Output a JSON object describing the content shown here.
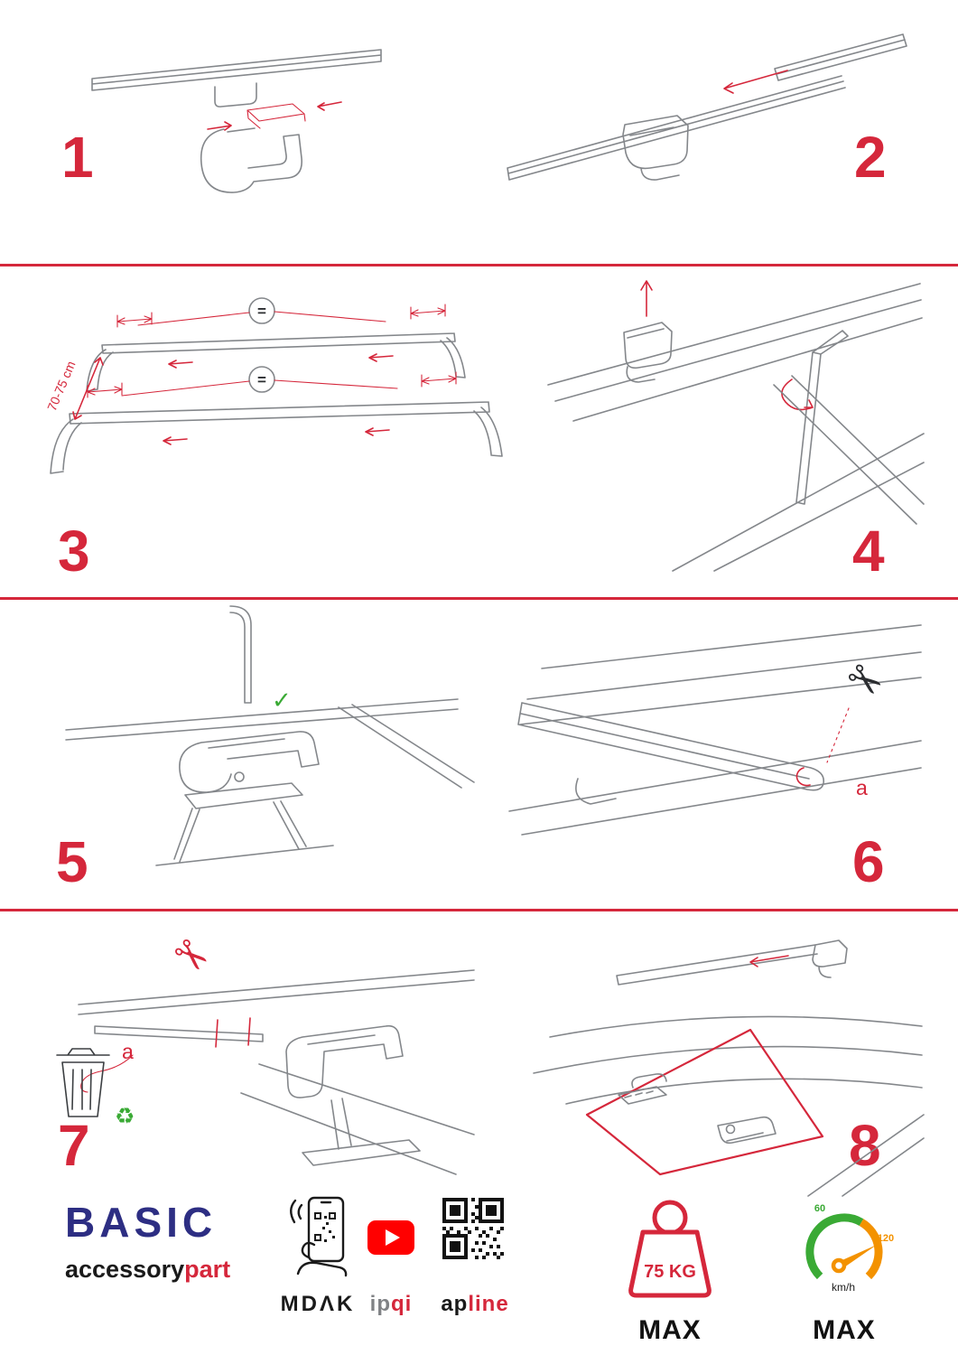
{
  "colors": {
    "accent_red": "#d5273b",
    "line_gray": "#84878b",
    "brand_blue": "#2d2e83",
    "green": "#3aaa35",
    "orange": "#f39200",
    "youtube_red": "#ff0000",
    "text_black": "#1a1a1a"
  },
  "steps": [
    {
      "number": "1"
    },
    {
      "number": "2"
    },
    {
      "number": "3",
      "equal_sign": "=",
      "measure_label": "70-75 cm"
    },
    {
      "number": "4"
    },
    {
      "number": "5",
      "check_mark": "✓"
    },
    {
      "number": "6",
      "scissors_glyph": "✂",
      "cut_label": "a"
    },
    {
      "number": "7",
      "scissors_glyph": "✂",
      "cut_label": "a",
      "recycle_glyph": "♻"
    },
    {
      "number": "8"
    }
  ],
  "footer": {
    "brand_title": "BASIC",
    "brand_sub_left": "accessory",
    "brand_sub_right": "part",
    "phone_label": "MDΛK",
    "video_label_left": "ip",
    "video_label_right": "qi",
    "qr_label_left": "ap",
    "qr_label_right": "line",
    "weight_value": "75 KG",
    "weight_max_label": "MAX",
    "speed_tick_low": "60",
    "speed_tick_high": "120",
    "speed_unit": "km/h",
    "speed_max_label": "MAX"
  }
}
